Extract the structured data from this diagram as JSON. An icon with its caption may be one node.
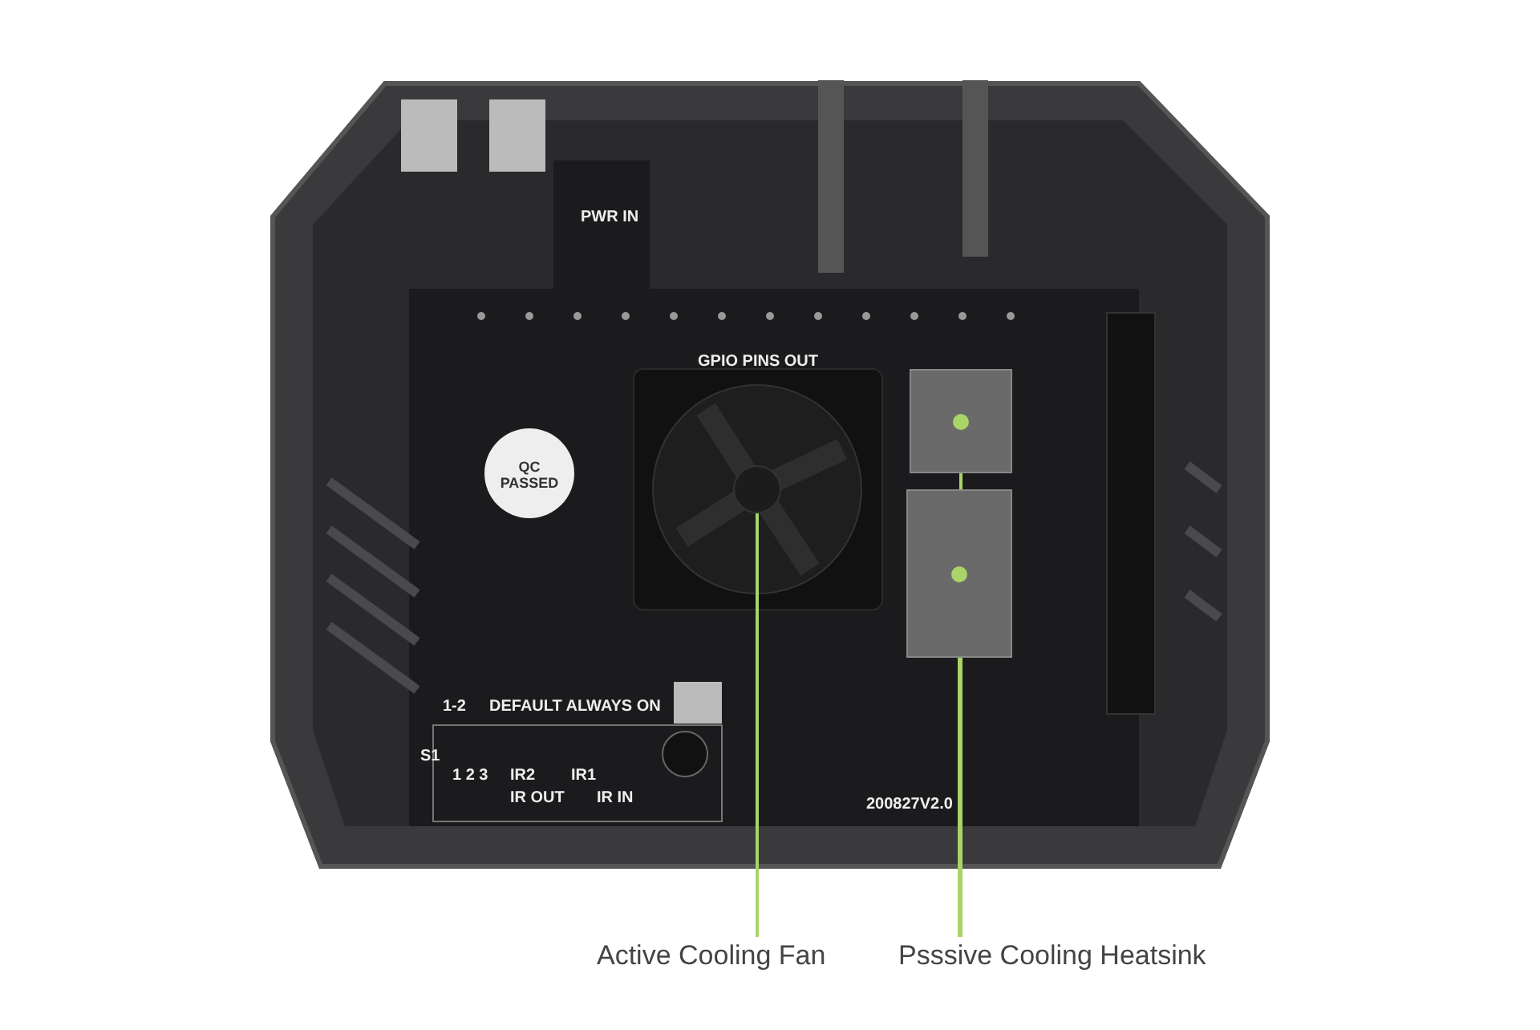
{
  "diagram": {
    "nodes": [
      {
        "text": [
          "Active Cooling Fan"
        ]
      },
      {
        "text": [],
        "shape": "picture"
      },
      {
        "text": [
          "Psssive Cooling Heatsink"
        ]
      },
      {
        "text": [],
        "shape": "box"
      },
      {
        "text": [],
        "shape": "box"
      }
    ],
    "edges": [
      {
        "from": 0,
        "to": 1,
        "arrow": "none",
        "color": "#a8d468"
      },
      {
        "from": 2,
        "to": 4,
        "arrow": "none",
        "color": "#a8d468"
      },
      {
        "from": 2,
        "to": 3,
        "arrow": "none",
        "color": "#a8d468"
      }
    ],
    "labels": [
      "PWR IN",
      "GPIO PINS OUT",
      "QC PASSED",
      "1-2",
      "DEFAULT ALWAYS ON",
      "S1",
      "1 2 3",
      "IR2",
      "IR1",
      "IR OUT",
      "IR IN",
      "200827V2.0"
    ]
  }
}
